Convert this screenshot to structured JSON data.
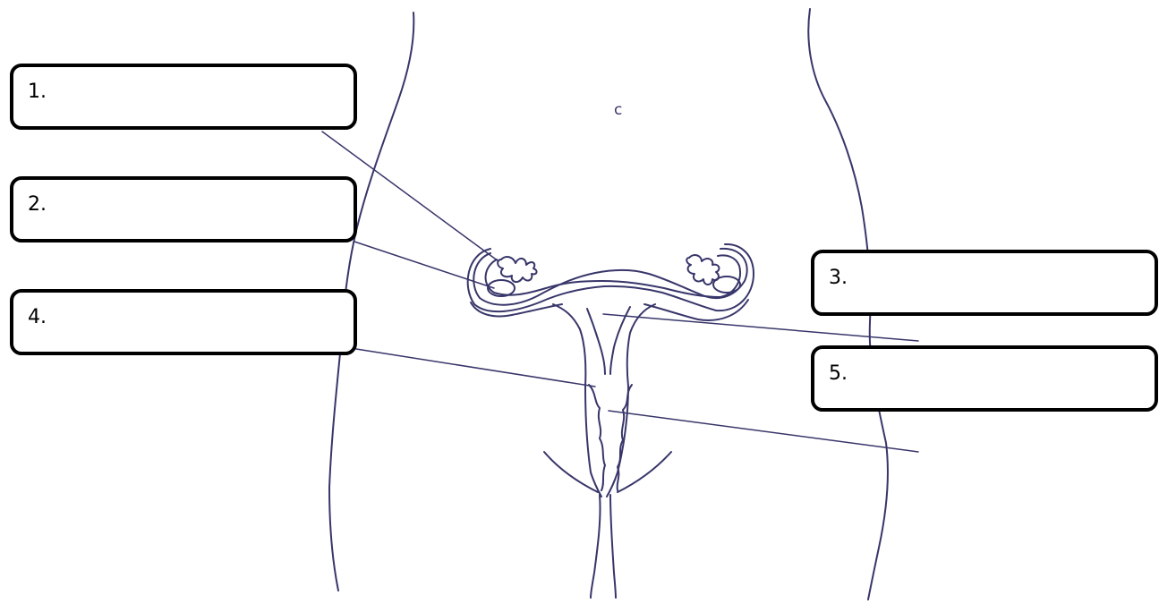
{
  "labels": [
    {
      "number": "1."
    },
    {
      "number": "2."
    },
    {
      "number": "3."
    },
    {
      "number": "4."
    },
    {
      "number": "5."
    }
  ],
  "navel_mark": "c",
  "colors": {
    "outline": "#38366a",
    "box_border": "#000000"
  }
}
